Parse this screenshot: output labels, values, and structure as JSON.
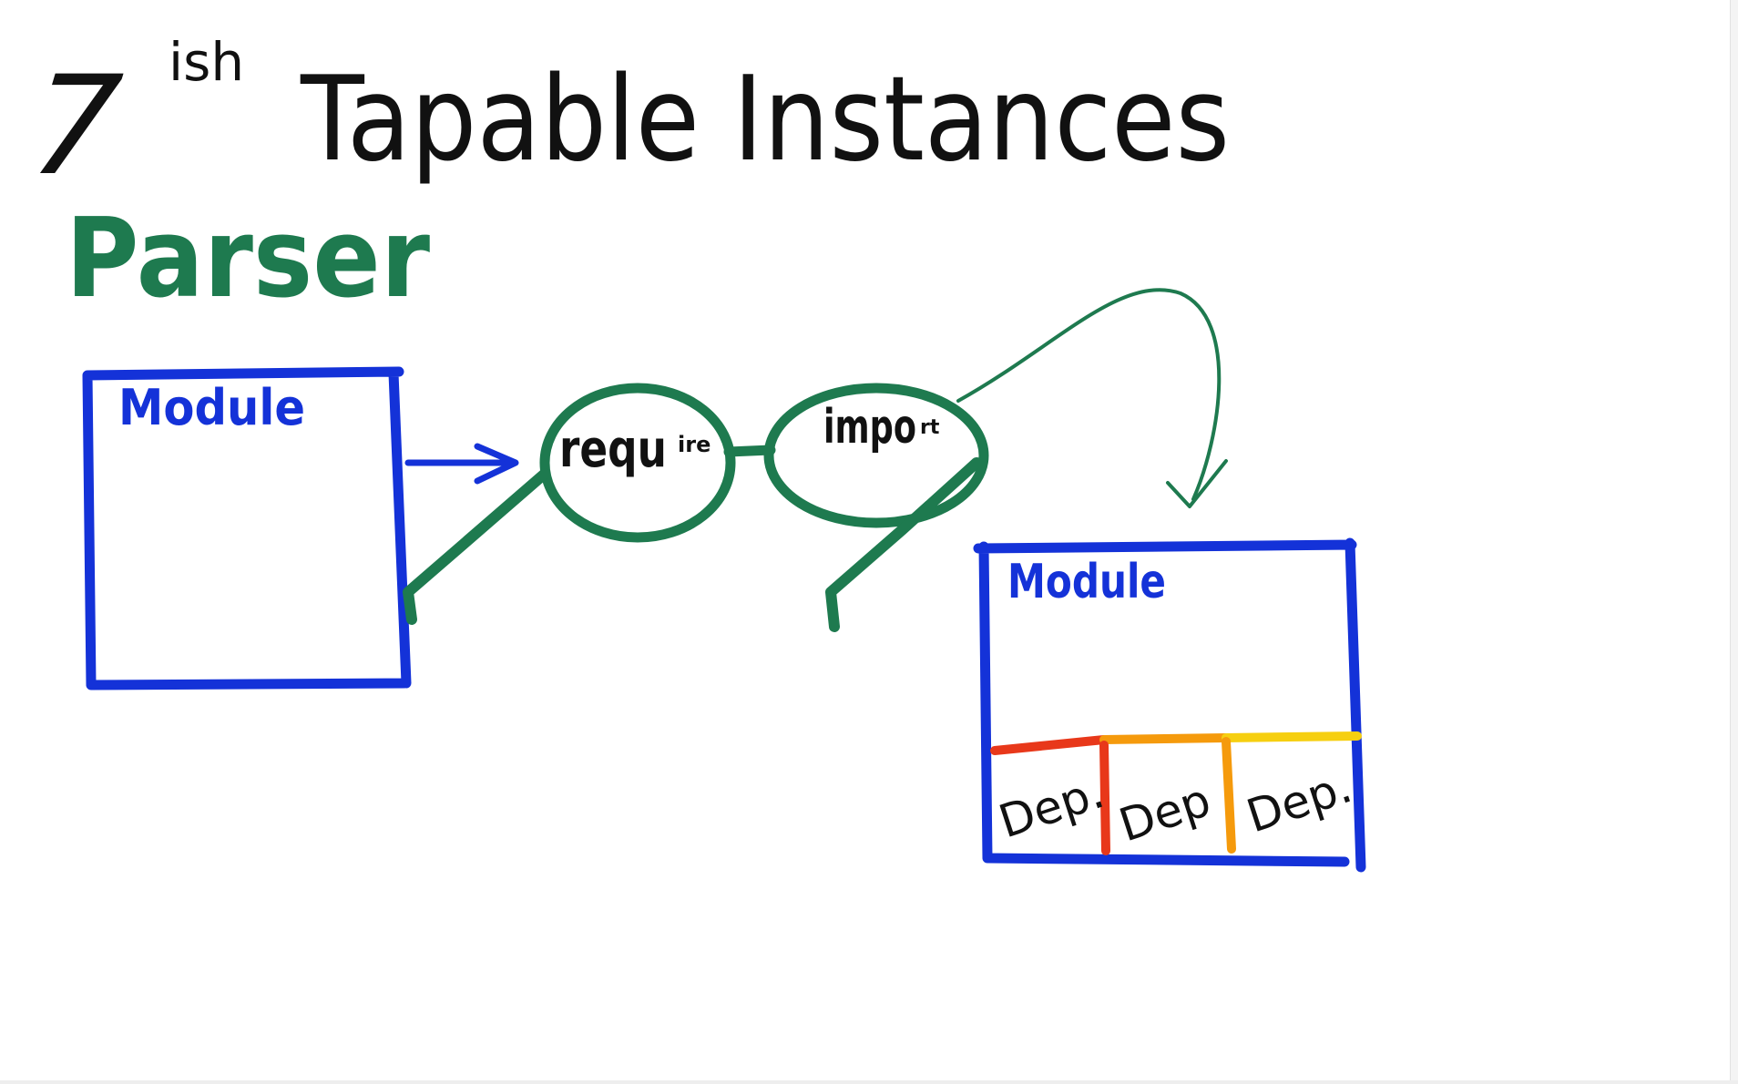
{
  "title": {
    "number": "7",
    "superscript": "ish",
    "text": "Tapable Instances"
  },
  "subtitle": "Parser",
  "module_left": {
    "label": "Module"
  },
  "glasses": {
    "left_lens_label": "requ",
    "left_lens_tail": "ire",
    "right_lens_label": "impo",
    "right_lens_tail": "rt"
  },
  "module_right": {
    "label": "Module",
    "deps": [
      "Dep.",
      "Dep",
      "Dep."
    ]
  },
  "colors": {
    "ink_black": "#111111",
    "ink_green": "#1e7a4f",
    "ink_blue": "#1432d8",
    "dep_red": "#e8381a",
    "dep_orange": "#f59a0c",
    "dep_yellow": "#f6cf10"
  }
}
